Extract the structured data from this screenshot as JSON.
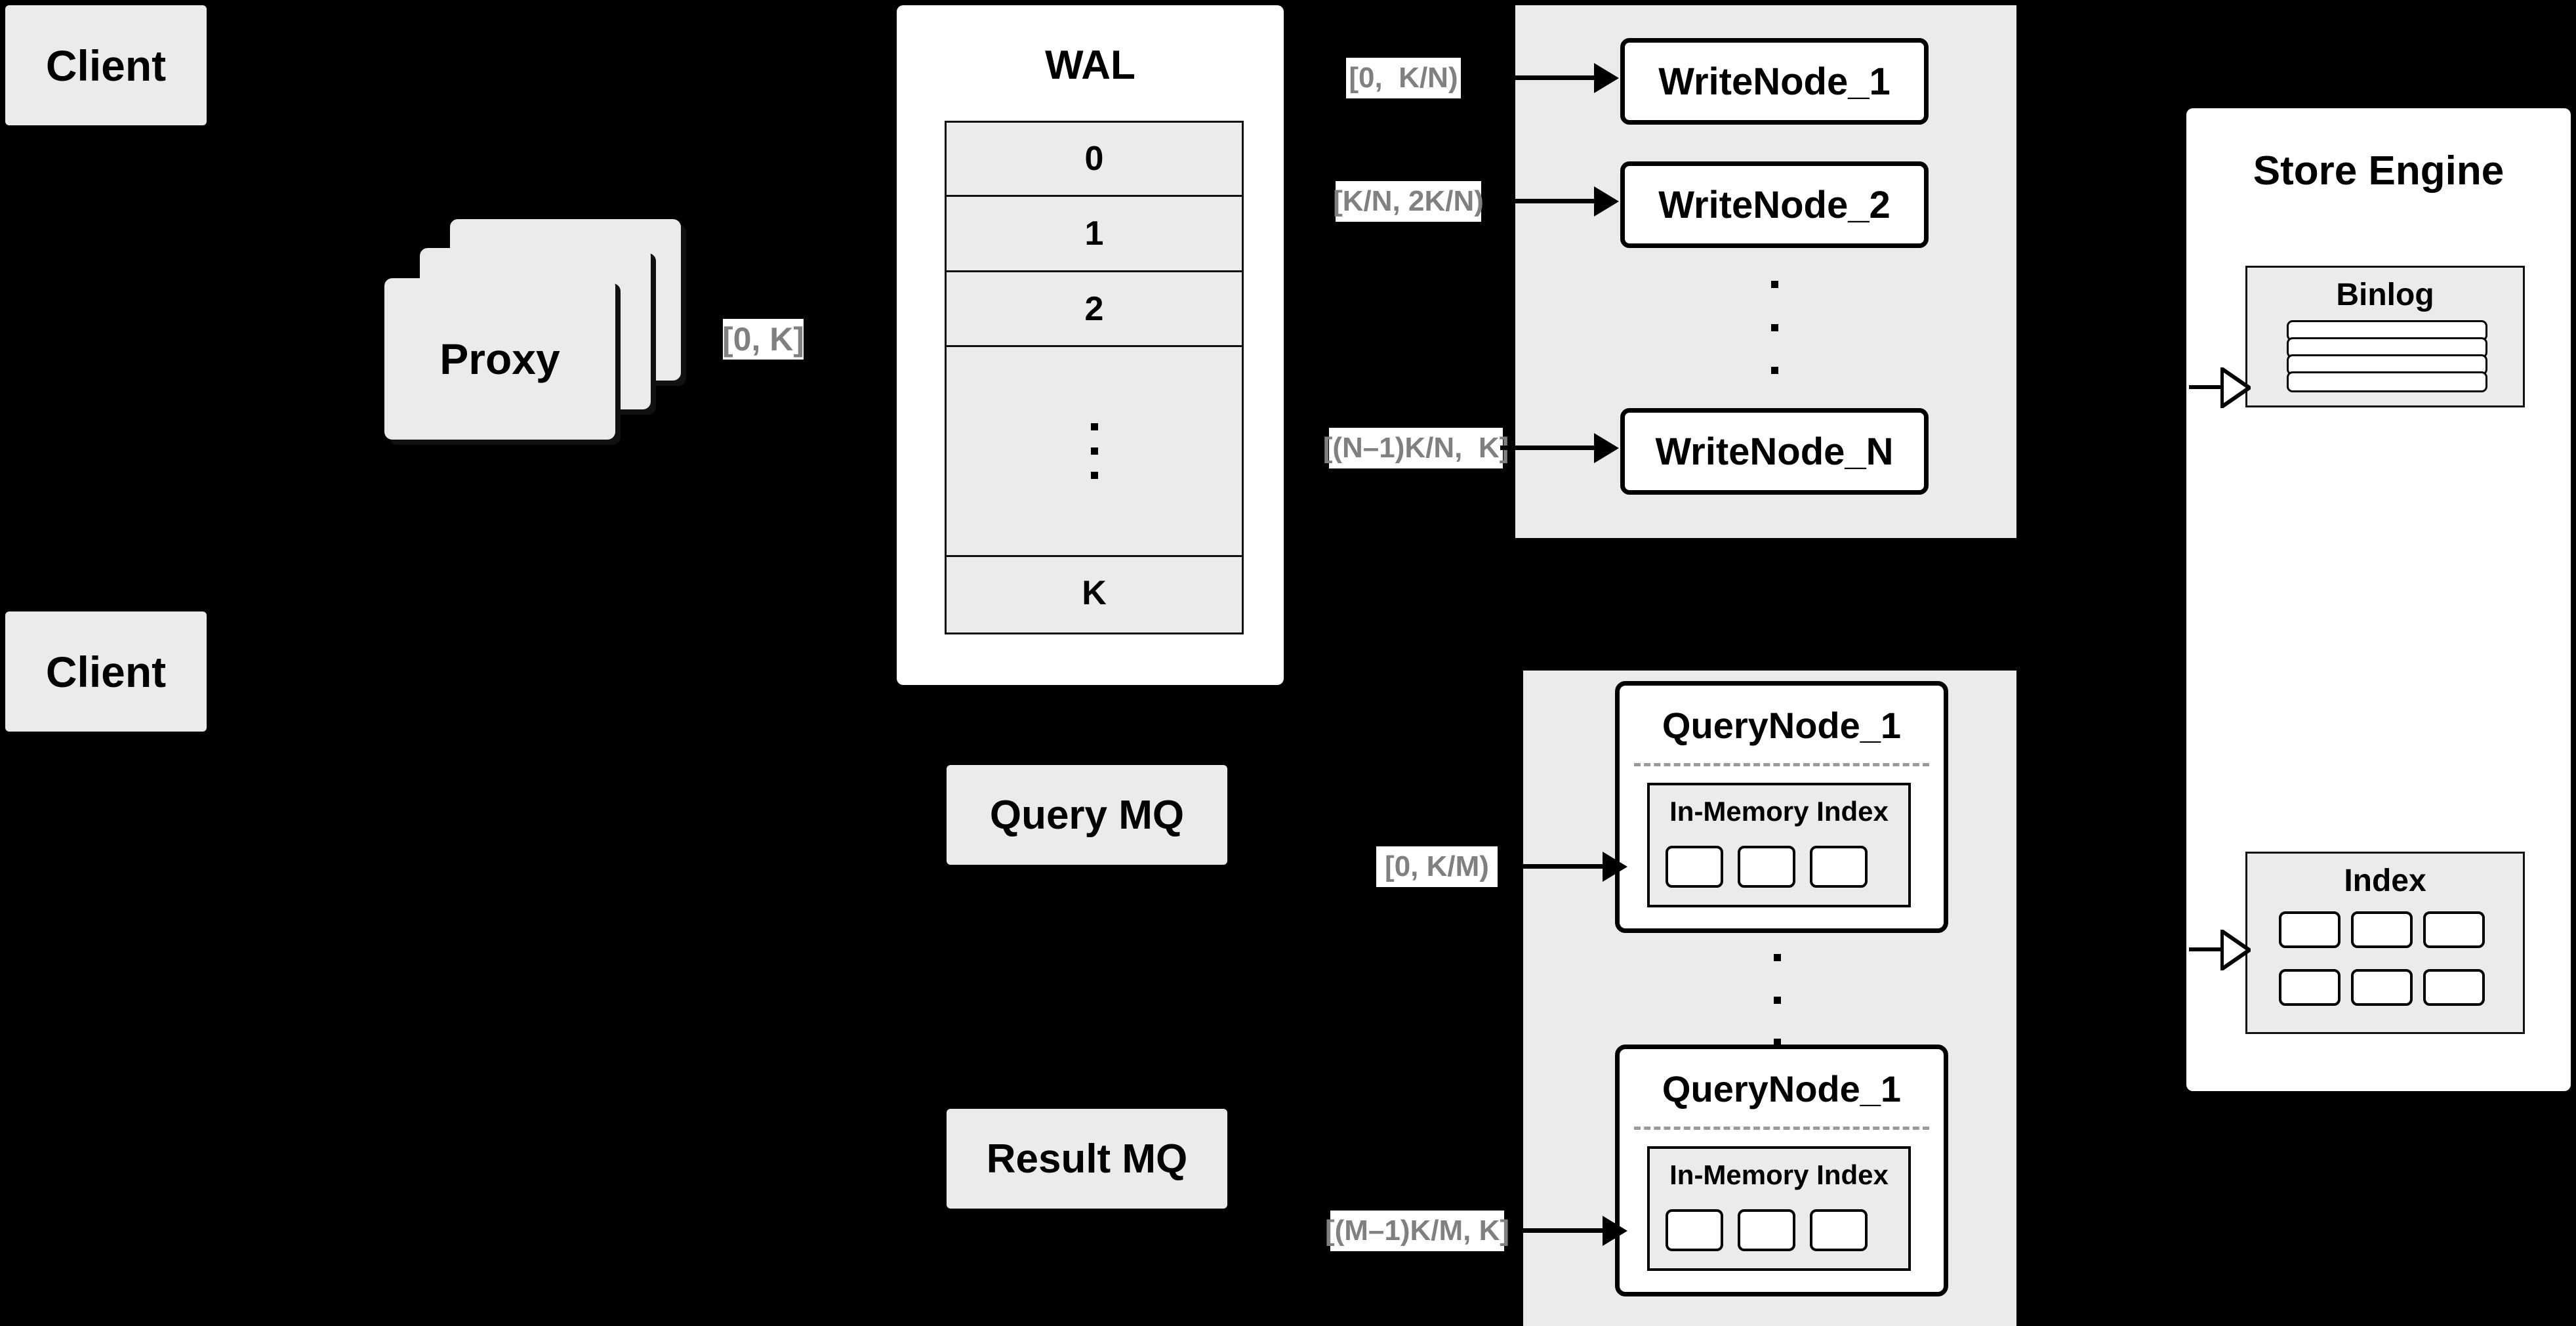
{
  "diagram": {
    "title": "Distributed Write/Query Architecture",
    "background_color": "#000000",
    "node_fill": "#EBEBEB",
    "panel_fill": "#FFFFFF",
    "stroke_color": "#000000",
    "label_text_color": "#808080"
  },
  "clients": [
    {
      "label": "Client"
    },
    {
      "label": "Client"
    }
  ],
  "proxy": {
    "label": "Proxy",
    "stack_count": 3,
    "range_label": "[0, K]"
  },
  "wal": {
    "title": "WAL",
    "rows": [
      "0",
      "1",
      "2",
      "···",
      "K"
    ],
    "dots_count": 3
  },
  "write_group": {
    "nodes": [
      {
        "label": "WriteNode_1",
        "range_label": "[0,  K/N)"
      },
      {
        "label": "WriteNode_2",
        "range_label": "[K/N, 2K/N)"
      },
      {
        "label": "WriteNode_N",
        "range_label": "[(N–1)K/N,  K]"
      }
    ],
    "ellipsis_dots": 3
  },
  "query_group": {
    "nodes": [
      {
        "label": "QueryNode_1",
        "range_label": "[0, K/M)",
        "index": {
          "title": "In-Memory Index",
          "cells": 3
        }
      },
      {
        "label": "QueryNode_1",
        "range_label": "[(M–1)K/M, K]",
        "index": {
          "title": "In-Memory Index",
          "cells": 3
        }
      }
    ],
    "ellipsis_dots": 3
  },
  "message_queues": [
    {
      "label": "Query MQ"
    },
    {
      "label": "Result MQ"
    }
  ],
  "store_engine": {
    "title": "Store Engine",
    "binlog": {
      "title": "Binlog",
      "bars": 4
    },
    "index": {
      "title": "Index",
      "rows": 2,
      "cols": 3,
      "cells": 6
    }
  }
}
